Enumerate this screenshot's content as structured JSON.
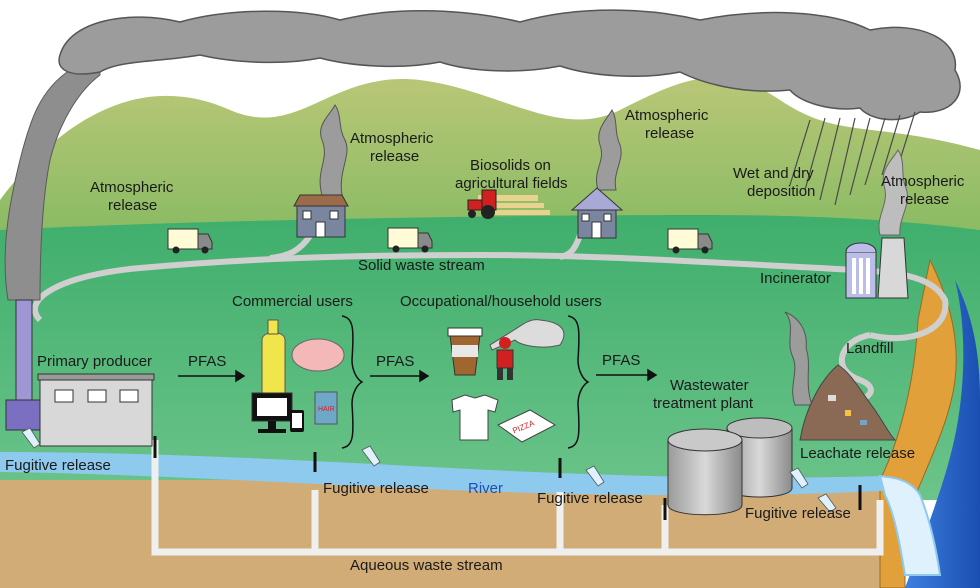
{
  "labels": {
    "atm_release_left_1": "Atmospheric",
    "atm_release_left_2": "release",
    "atm_release_mid_1": "Atmospheric",
    "atm_release_mid_2": "release",
    "atm_release_right_1": "Atmospheric",
    "atm_release_right_2": "release",
    "atm_release_far_1": "Atmospheric",
    "atm_release_far_2": "release",
    "biosolids_1": "Biosolids on",
    "biosolids_2": "agricultural fields",
    "wet_dry_1": "Wet and dry",
    "wet_dry_2": "deposition",
    "solid_waste": "Solid waste stream",
    "incinerator": "Incinerator",
    "commercial_users": "Commercial users",
    "occupational_users": "Occupational/household users",
    "primary_producer": "Primary producer",
    "pfas_1": "PFAS",
    "pfas_2": "PFAS",
    "pfas_3": "PFAS",
    "landfill": "Landfill",
    "wwtp_1": "Wastewater",
    "wwtp_2": "treatment plant",
    "fugitive_1": "Fugitive release",
    "fugitive_2": "Fugitive release",
    "fugitive_3": "Fugitive release",
    "fugitive_4": "Fugitive release",
    "river": "River",
    "leachate": "Leachate release",
    "aqueous_waste": "Aqueous waste stream",
    "pizza": "PIZZA"
  },
  "colors": {
    "sky": "#ffffff",
    "cloud": "#9a9a9a",
    "mountain": "#a9c46a",
    "field": "#4fb07a",
    "river": "#8ec9ee",
    "soil": "#d2ac77",
    "cliff": "#e0a13a",
    "ocean": "#2f6fd0"
  }
}
